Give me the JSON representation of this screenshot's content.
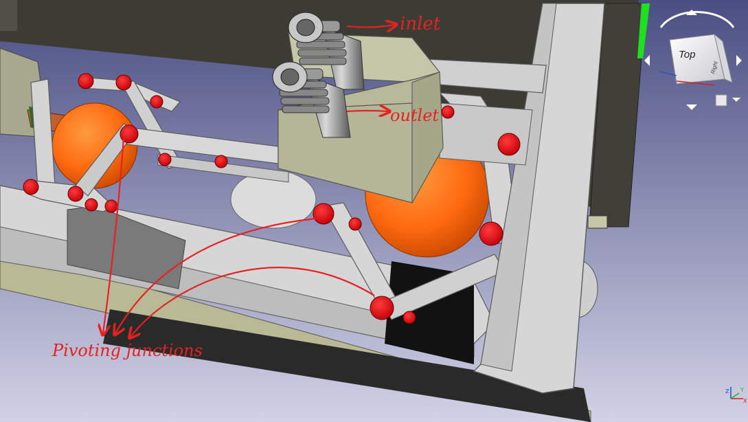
{
  "viewport": {
    "background_top": "#4a4e82",
    "background_bottom": "#d2d2e6"
  },
  "annotations": {
    "inlet": "inlet",
    "outlet": "outlet",
    "pivoting": "Pivoting junctions",
    "color": "#e52222"
  },
  "navcube": {
    "face_label": "Top",
    "side_label": "Right"
  },
  "axis": {
    "x": "X",
    "y": "Y",
    "z": "Z"
  },
  "colors": {
    "frame": "#d6d6d6",
    "frame_edge": "#5a5a5a",
    "cover": "#b8b99a",
    "bulb": "#ff6a10",
    "pin": "#e00010",
    "dark_panel": "#3c3c34"
  }
}
